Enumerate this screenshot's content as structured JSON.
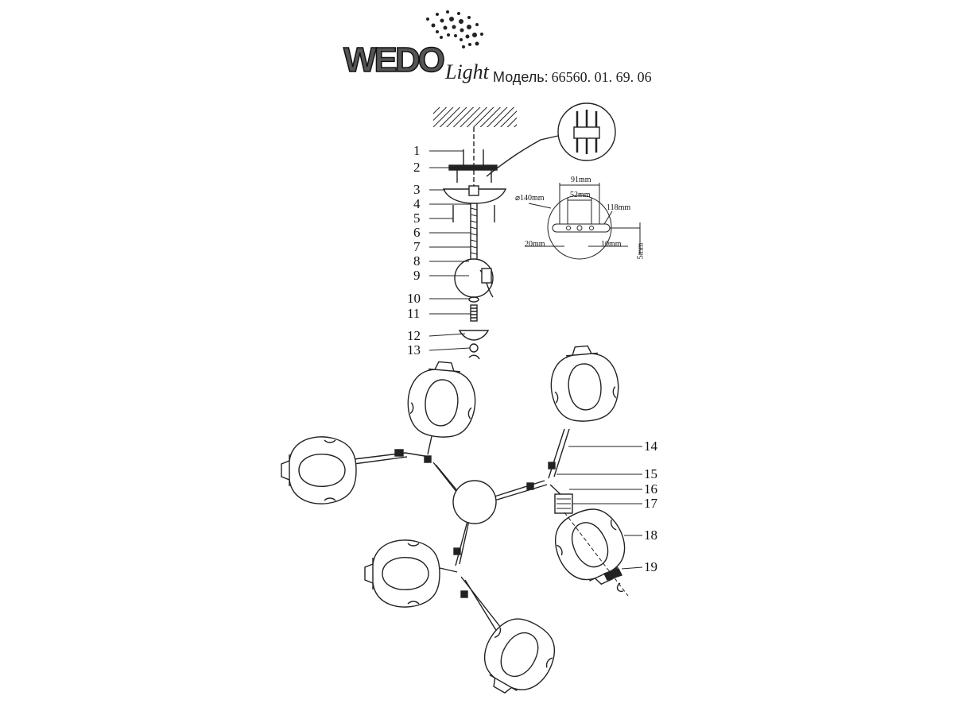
{
  "brand": {
    "logo_main": "WEDO",
    "logo_script": "Light"
  },
  "model": {
    "label": "Модель:",
    "number": "66560. 01. 69. 06"
  },
  "parts_top": [
    "1",
    "2",
    "3",
    "4",
    "5",
    "6",
    "7",
    "8",
    "9",
    "10",
    "11",
    "12",
    "13"
  ],
  "parts_bottom": [
    "14",
    "15",
    "16",
    "17",
    "18",
    "19"
  ],
  "dimensions": {
    "diameter": "⌀140mm",
    "width_outer": "91mm",
    "width_inner": "52mm",
    "right": "118mm",
    "left_bottom": "20mm",
    "right_bottom": "10mm",
    "height": "5mm"
  }
}
